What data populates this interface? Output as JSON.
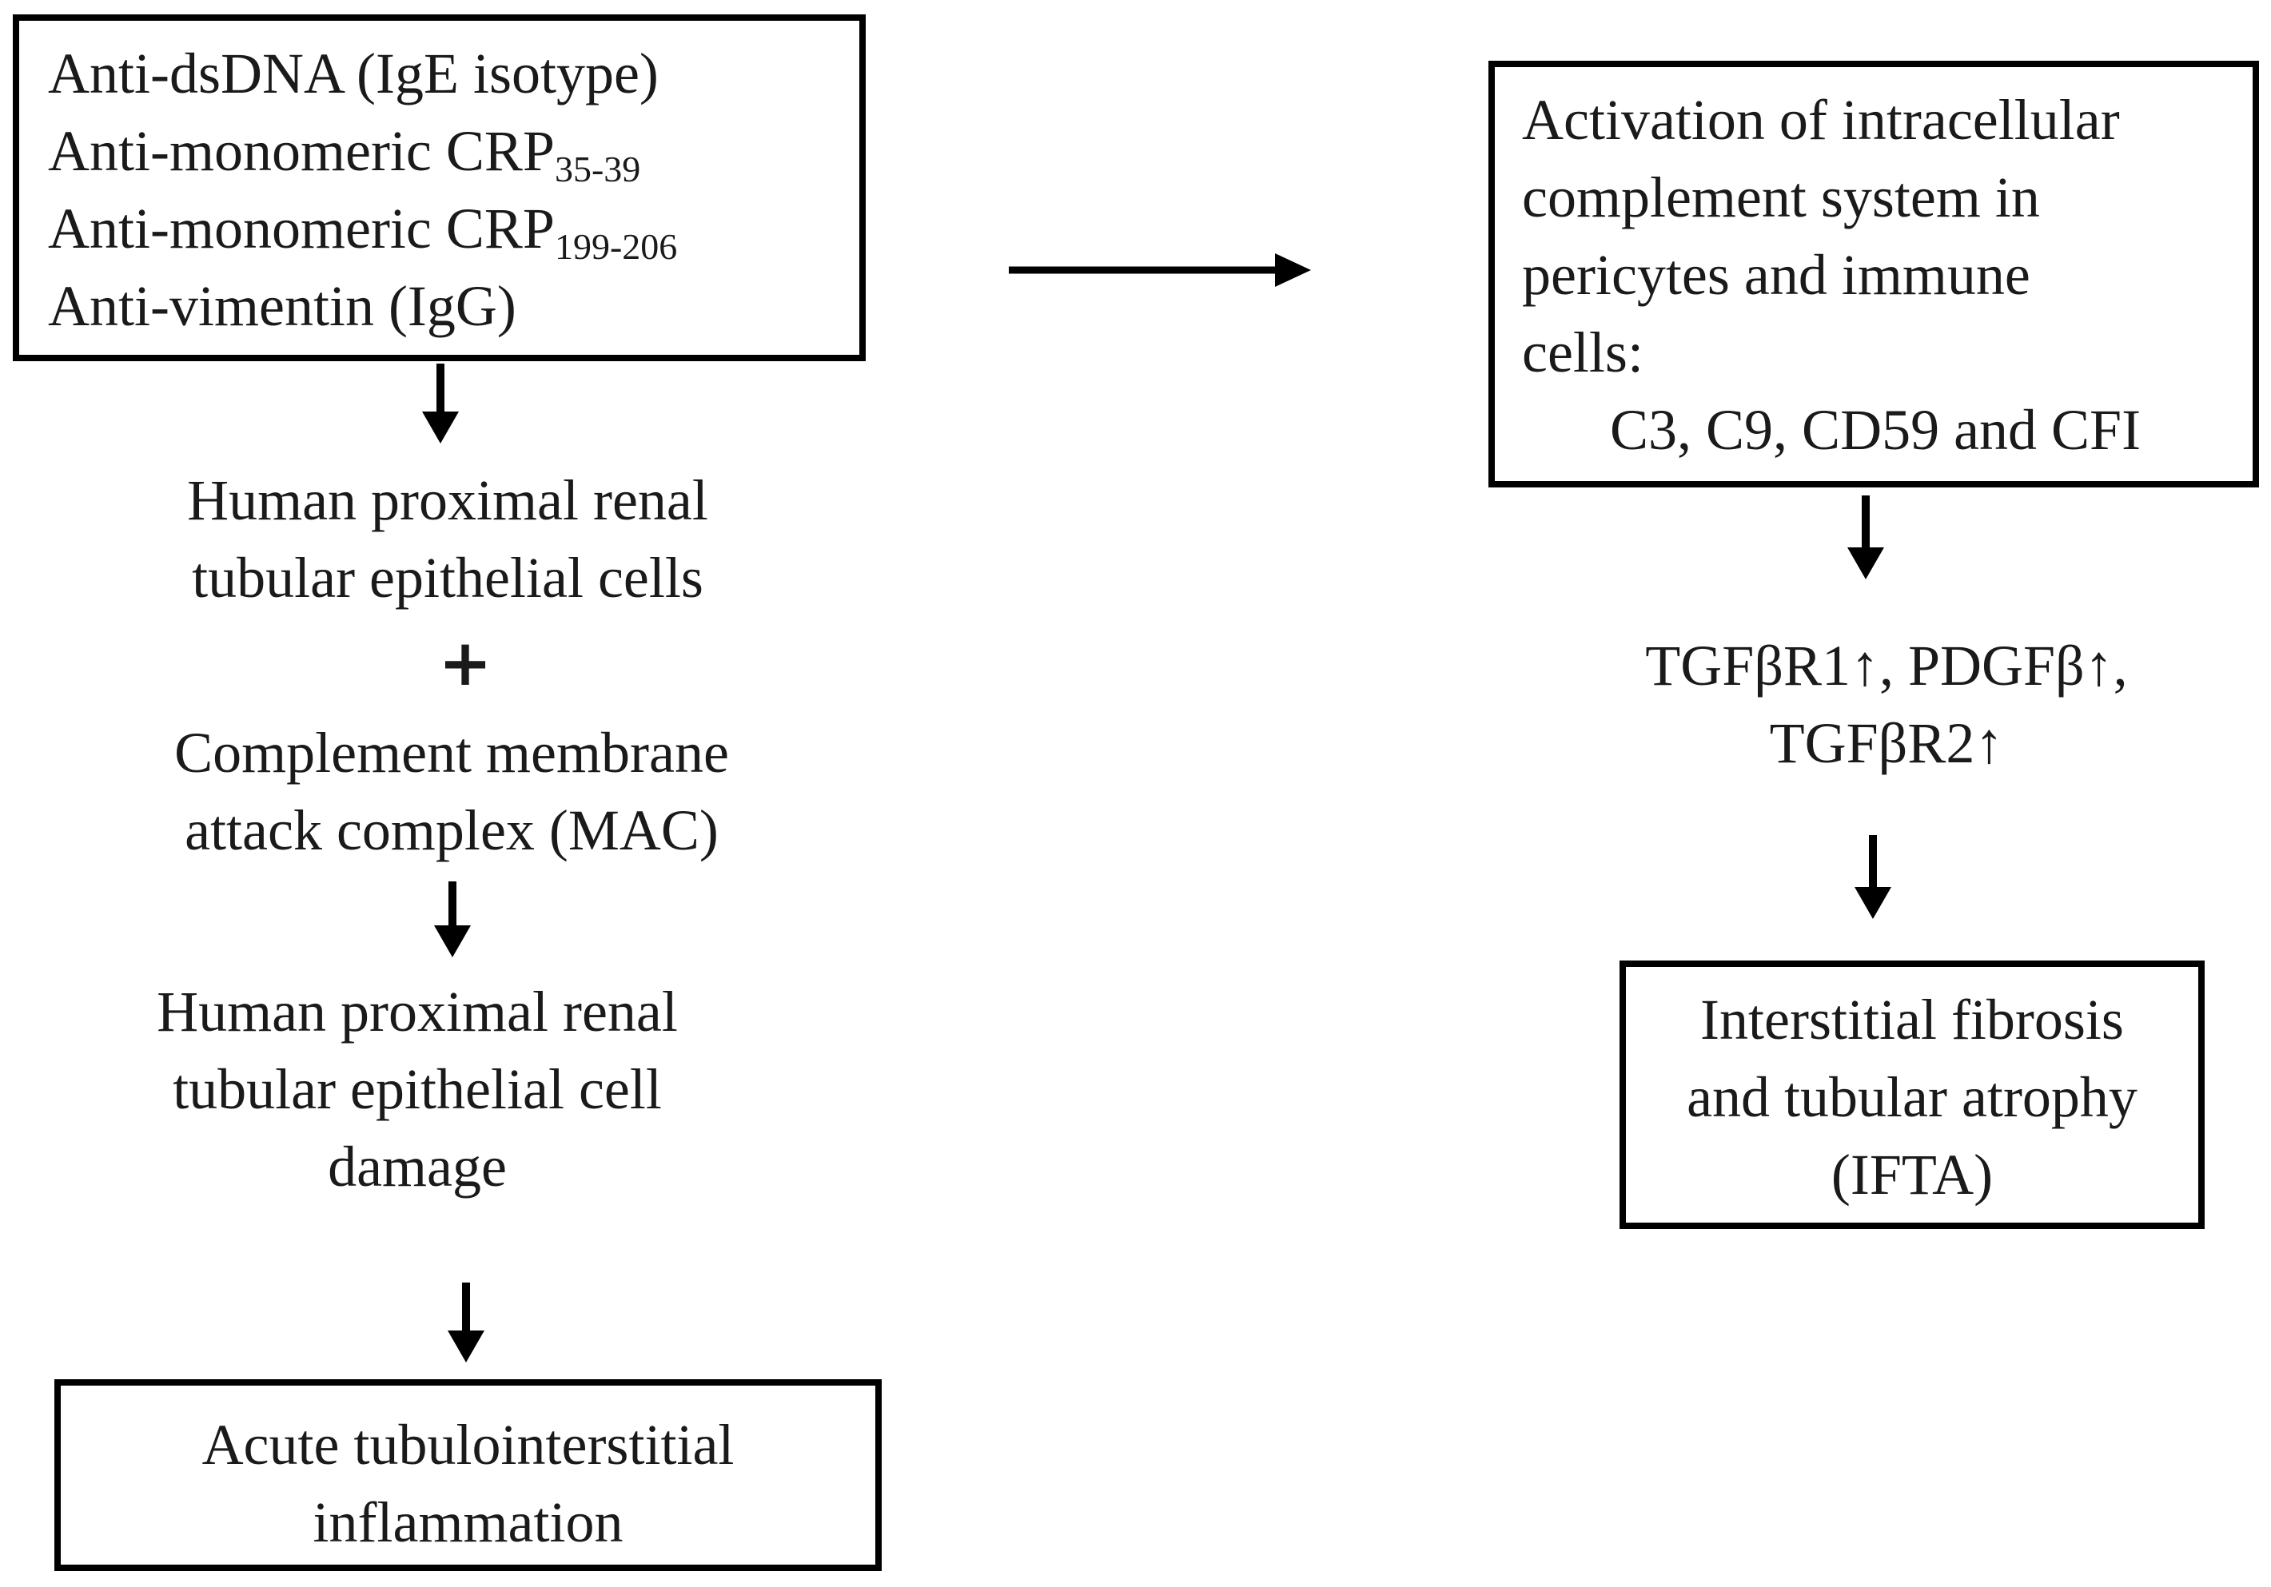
{
  "colors": {
    "stroke": "#000000",
    "text": "#1a1a1a",
    "background": "#ffffff"
  },
  "left_column": {
    "antibodies_box": {
      "line1": "Anti-dsDNA (IgE isotype)",
      "line2_main": "Anti-monomeric CRP",
      "line2_sub": "35-39",
      "line3_main": "Anti-monomeric CRP",
      "line3_sub": "199-206",
      "line4": "Anti-vimentin (IgG)"
    },
    "target_cells": {
      "line1": "Human proximal renal",
      "line2": "tubular  epithelial cells"
    },
    "plus_sign": "+",
    "mac": {
      "line1": "Complement membrane",
      "line2": "attack complex (MAC)"
    },
    "damage": {
      "line1": "Human proximal renal",
      "line2": "tubular  epithelial cell",
      "line3": "damage"
    },
    "outcome_box": {
      "line1": "Acute tubulointerstitial",
      "line2": "inflammation"
    }
  },
  "right_column": {
    "complement_box": {
      "line1": "Activation of intracellular",
      "line2": "complement system in",
      "line3": "pericytes and immune",
      "line4": "cells:",
      "line5": "C3, C9, CD59 and CFI"
    },
    "markers": {
      "line1": "TGFβR1↑, PDGFβ↑,",
      "line2": "TGFβR2↑"
    },
    "outcome_box": {
      "line1": "Interstitial fibrosis",
      "line2": "and tubular atrophy",
      "line3": "(IFTA)"
    }
  }
}
